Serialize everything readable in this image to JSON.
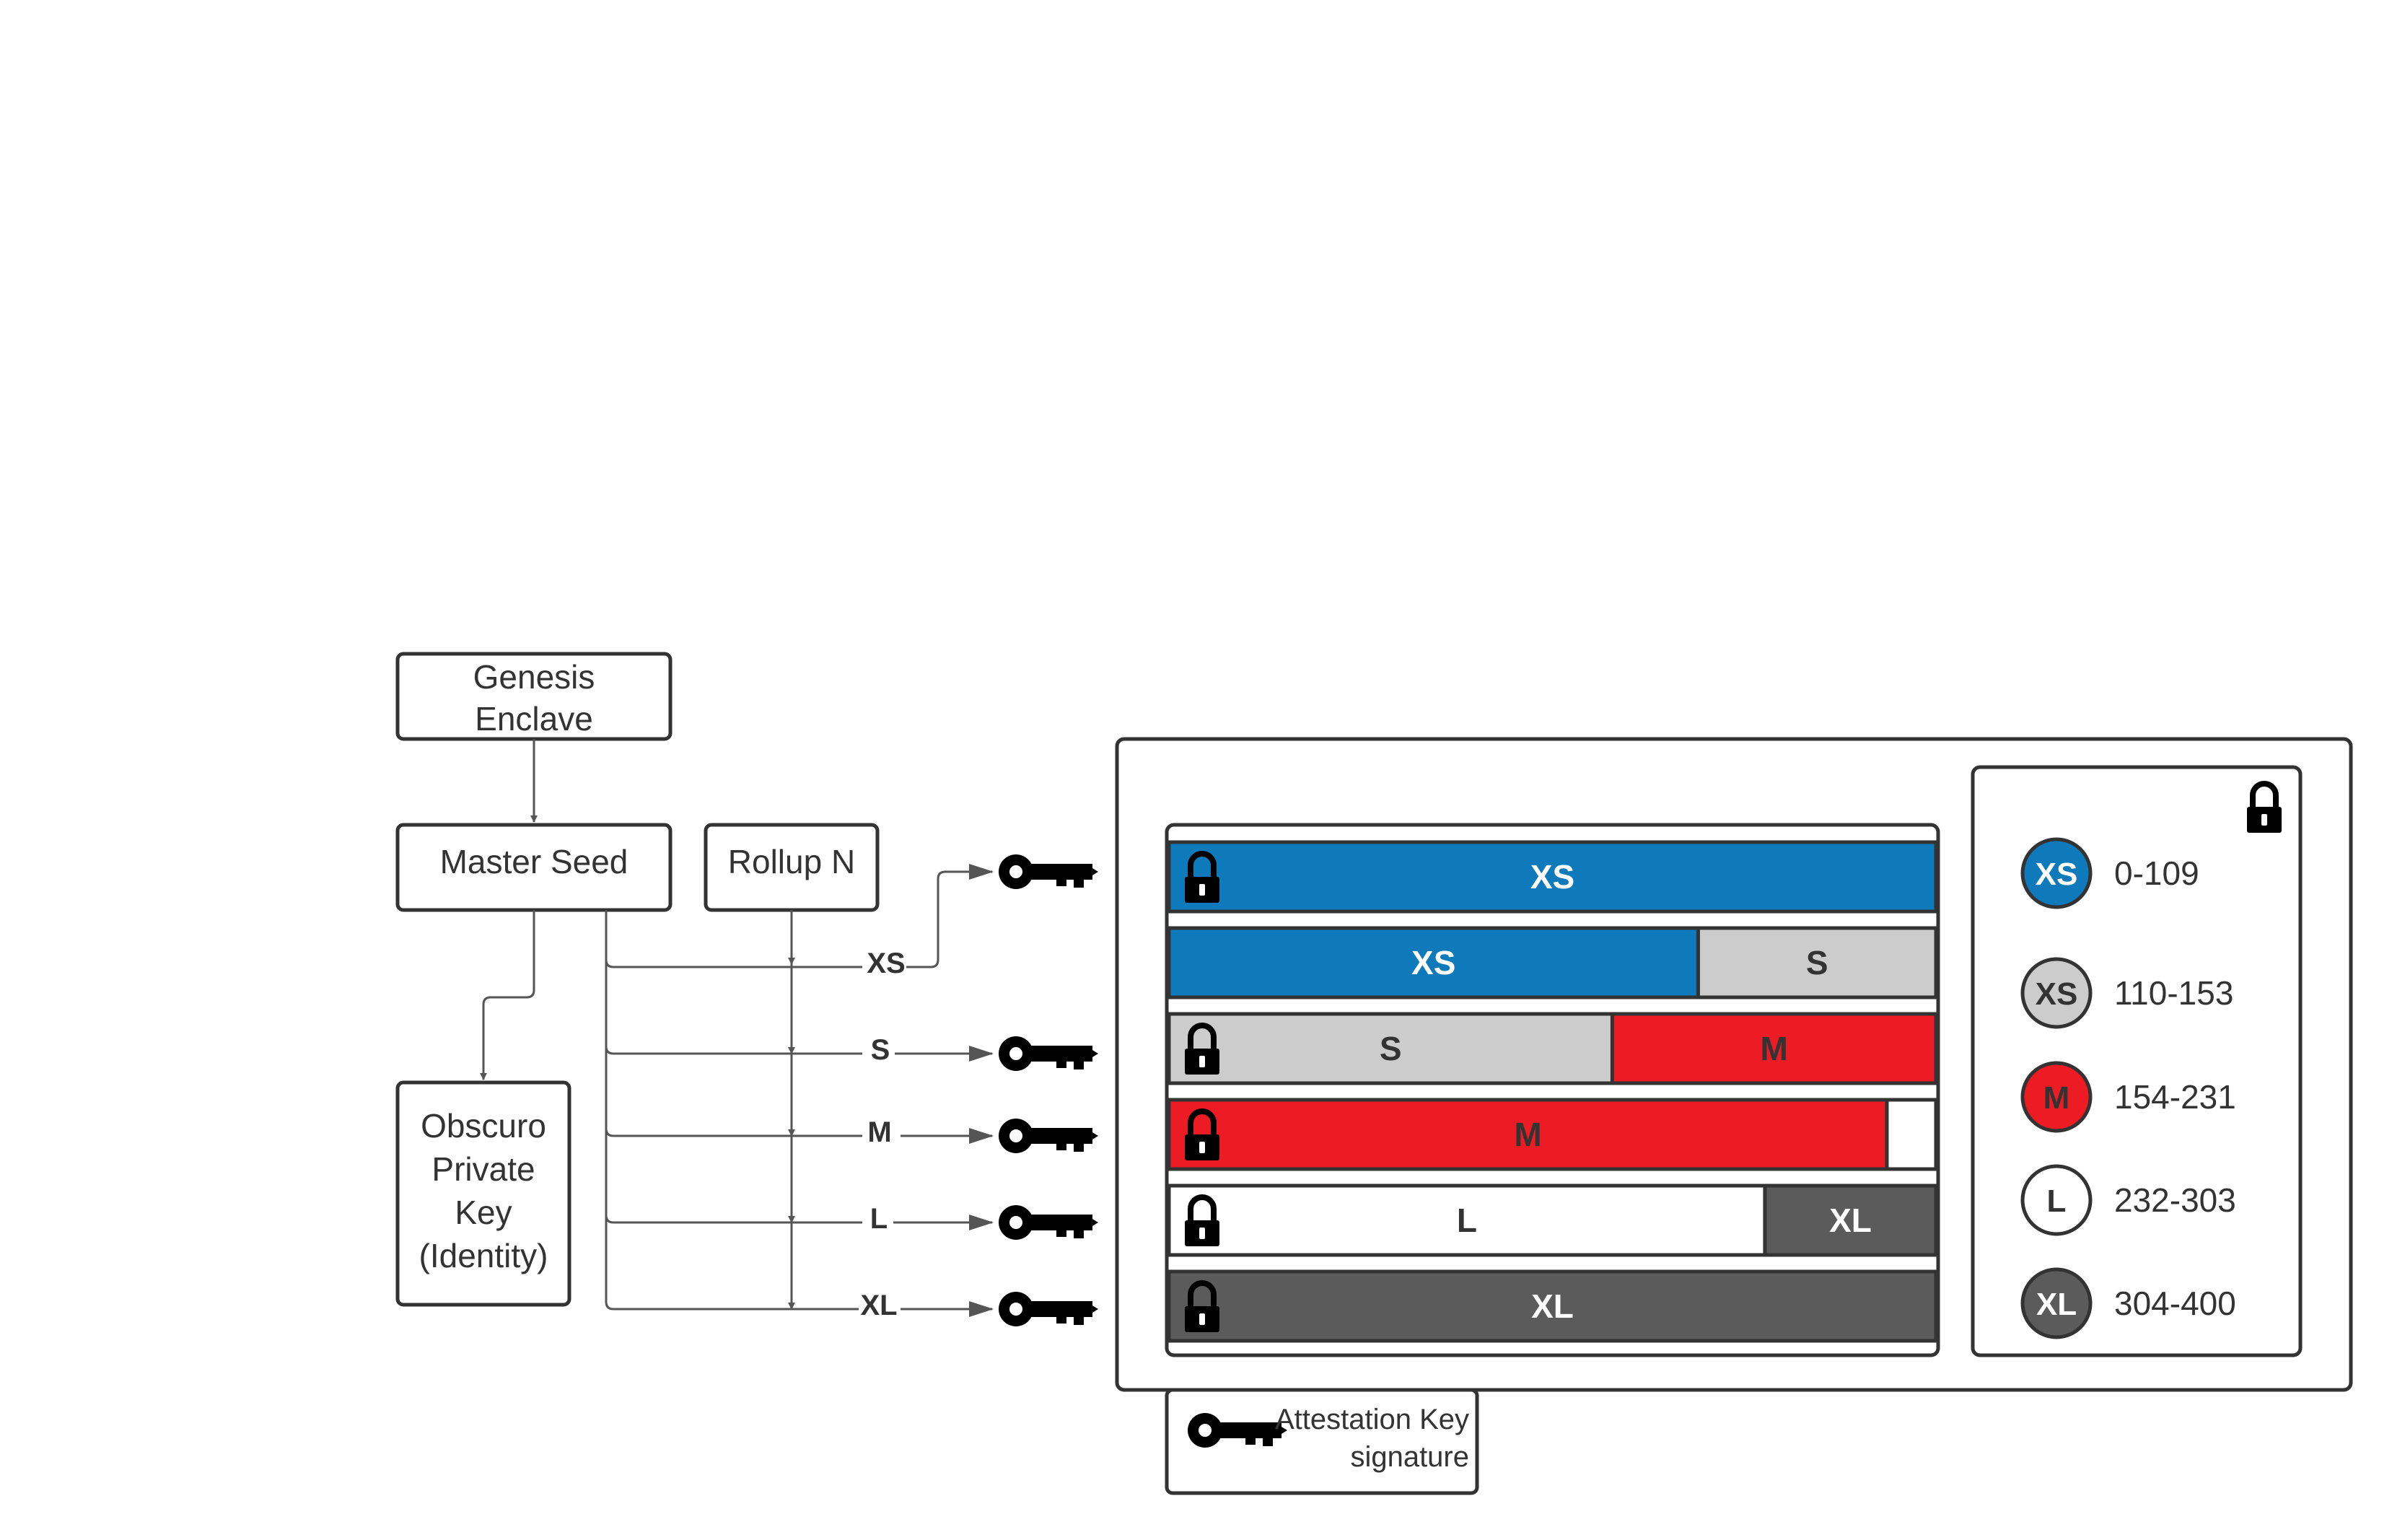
{
  "colors": {
    "xs": "#0e7abc",
    "xs_light": "#cccccc",
    "m": "#ed1c24",
    "xl": "#5b5b5b",
    "stroke": "#333333",
    "arrow": "#555555",
    "key": "#000000"
  },
  "icons": {
    "key": "key-icon",
    "lock": "lock-icon"
  },
  "boxes": {
    "genesis": {
      "line1": "Genesis",
      "line2": "Enclave"
    },
    "master_seed": "Master Seed",
    "rollup": "Rollup N",
    "obscuro": {
      "line1": "Obscuro",
      "line2": "Private",
      "line3": "Key",
      "line4": "(Identity)"
    }
  },
  "branch_labels": [
    "XS",
    "S",
    "M",
    "L",
    "XL"
  ],
  "rows": [
    {
      "segments": [
        {
          "label": "XS",
          "color": "#0e7abc",
          "text_color": "#ffffff",
          "fraction": 1.0
        }
      ]
    },
    {
      "segments": [
        {
          "label": "XS",
          "color": "#0e7abc",
          "text_color": "#ffffff",
          "fraction": 0.69
        },
        {
          "label": "S",
          "color": "#cccccc",
          "text_color": "#333333",
          "fraction": 0.31
        }
      ]
    },
    {
      "segments": [
        {
          "label": "S",
          "color": "#cccccc",
          "text_color": "#333333",
          "fraction": 0.578
        },
        {
          "label": "M",
          "color": "#ed1c24",
          "text_color": "#333333",
          "fraction": 0.422
        }
      ]
    },
    {
      "segments": [
        {
          "label": "M",
          "color": "#ed1c24",
          "text_color": "#333333",
          "fraction": 0.936
        },
        {
          "label": "",
          "color": "#ffffff",
          "text_color": "#333333",
          "fraction": 0.064
        }
      ]
    },
    {
      "segments": [
        {
          "label": "L",
          "color": "#ffffff",
          "text_color": "#333333",
          "fraction": 0.777
        },
        {
          "label": "XL",
          "color": "#5b5b5b",
          "text_color": "#ffffff",
          "fraction": 0.223
        }
      ]
    },
    {
      "segments": [
        {
          "label": "XL",
          "color": "#5b5b5b",
          "text_color": "#ffffff",
          "fraction": 1.0
        }
      ]
    }
  ],
  "legend": [
    {
      "badge": "XS",
      "range": "0-109",
      "color": "#0e7abc",
      "text_color": "#ffffff"
    },
    {
      "badge": "XS",
      "range": "110-153",
      "color": "#cccccc",
      "text_color": "#333333"
    },
    {
      "badge": "M",
      "range": "154-231",
      "color": "#ed1c24",
      "text_color": "#333333"
    },
    {
      "badge": "L",
      "range": "232-303",
      "color": "#ffffff",
      "text_color": "#333333"
    },
    {
      "badge": "XL",
      "range": "304-400",
      "color": "#5b5b5b",
      "text_color": "#ffffff"
    }
  ],
  "key_legend": {
    "line1": "Attestation Key",
    "line2": "signature"
  }
}
